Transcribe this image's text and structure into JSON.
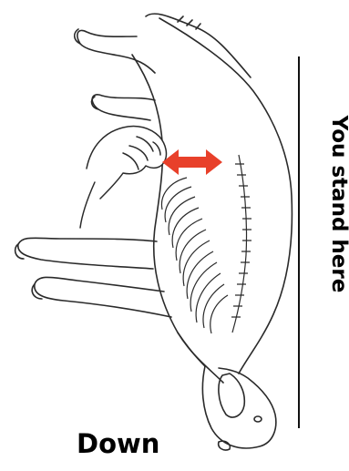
{
  "labels": {
    "side": "You stand here",
    "bottom": "Down"
  },
  "colors": {
    "arrow": "#e8402a",
    "line": "#111111",
    "sketch": "#2a2a2a"
  },
  "icons": {
    "dog": "dog-skeleton-illustration",
    "hand": "hand-palpating-icon",
    "arrow": "double-headed-arrow-icon"
  }
}
